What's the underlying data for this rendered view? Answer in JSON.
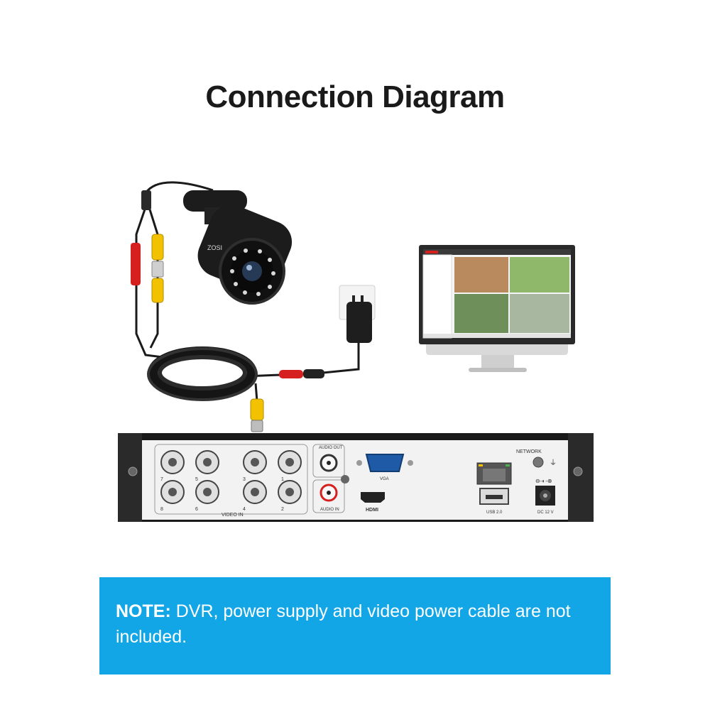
{
  "title": "Connection Diagram",
  "labels": {
    "audio_out": "AUDIO OUT",
    "audio_in": "AUDIO IN",
    "vga": "VGA",
    "hdmi": "HDMI",
    "video_in": "VIDEO IN",
    "network": "NETWORK",
    "usb": "USB 2.0",
    "dc": "DC 12 V",
    "camera_brand": "ZOSI",
    "ports_top": [
      "7",
      "5",
      "3",
      "1"
    ],
    "ports_bottom": [
      "8",
      "6",
      "4",
      "2"
    ]
  },
  "note": {
    "label": "NOTE:",
    "text": " DVR, power supply and video power cable are not included."
  },
  "colors": {
    "note_bg": "#12a6e6",
    "bnc_yellow": "#f2c200",
    "dc_red": "#d62020",
    "camera_body": "#1c1c1c"
  }
}
